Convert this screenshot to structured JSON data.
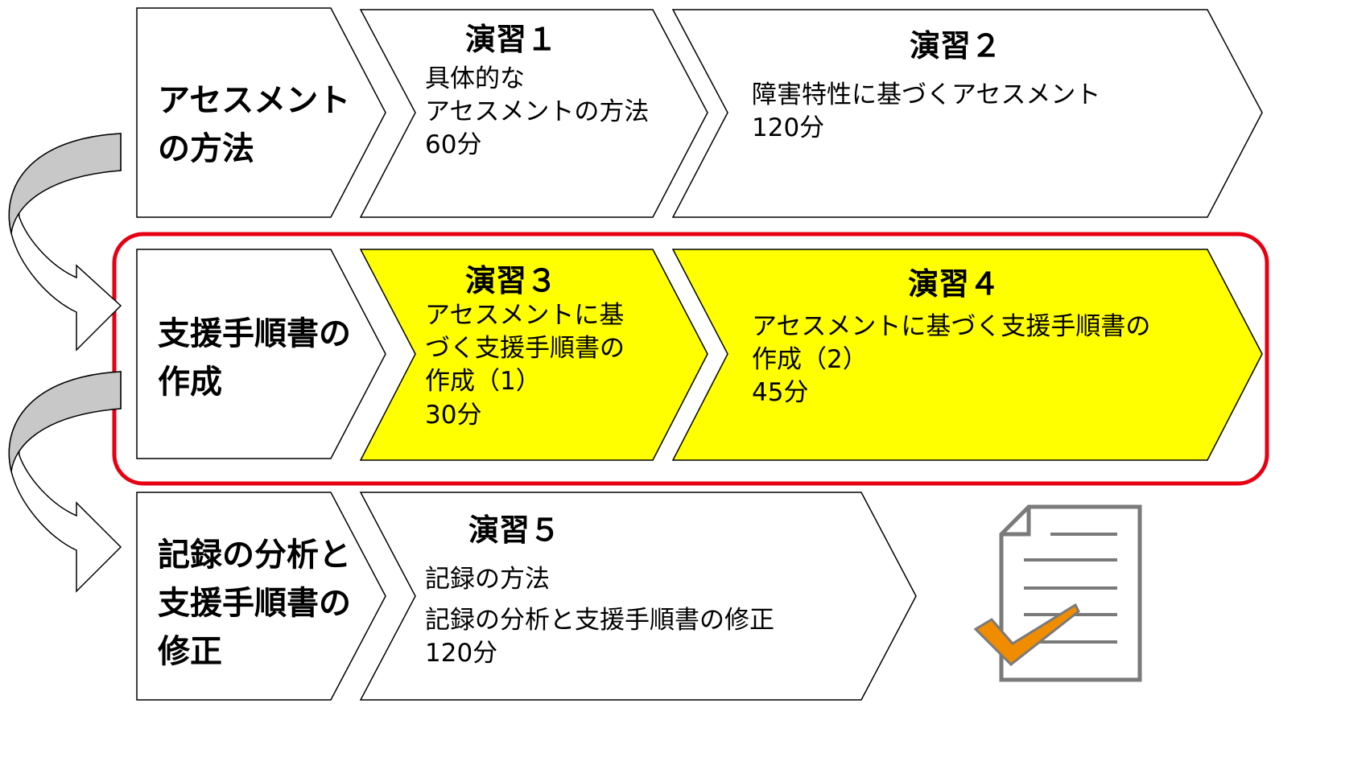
{
  "colors": {
    "highlight_fill": "#ffff00",
    "focus_border": "#e60012",
    "arrow_fill": "#c8c8c8",
    "check_mark": "#f08c00",
    "doc_outline": "#7a7a7a"
  },
  "rows": [
    {
      "label_lines": [
        "アセスメント",
        "の方法"
      ],
      "exercises": [
        {
          "title": "演習１",
          "lines": [
            "具体的な",
            "アセスメントの方法",
            "60分"
          ],
          "highlighted": false
        },
        {
          "title": "演習２",
          "lines": [
            "障害特性に基づくアセスメント",
            "120分"
          ],
          "highlighted": false
        }
      ]
    },
    {
      "label_lines": [
        "支援手順書の",
        "作成"
      ],
      "exercises": [
        {
          "title": "演習３",
          "lines": [
            "アセスメントに基",
            "づく支援手順書の",
            "作成（1）",
            "30分"
          ],
          "highlighted": true
        },
        {
          "title": "演習４",
          "lines": [
            "アセスメントに基づく支援手順書の",
            "作成（2）",
            "45分"
          ],
          "highlighted": true
        }
      ]
    },
    {
      "label_lines": [
        "記録の分析と",
        "支援手順書の",
        "修正"
      ],
      "exercises": [
        {
          "title": "演習５",
          "lines": [
            "記録の方法",
            "記録の分析と支援手順書の修正",
            "120分"
          ],
          "highlighted": false
        }
      ]
    }
  ],
  "icons": {
    "row_transition": "curved-arrow-icon",
    "document": "document-checklist-icon"
  }
}
